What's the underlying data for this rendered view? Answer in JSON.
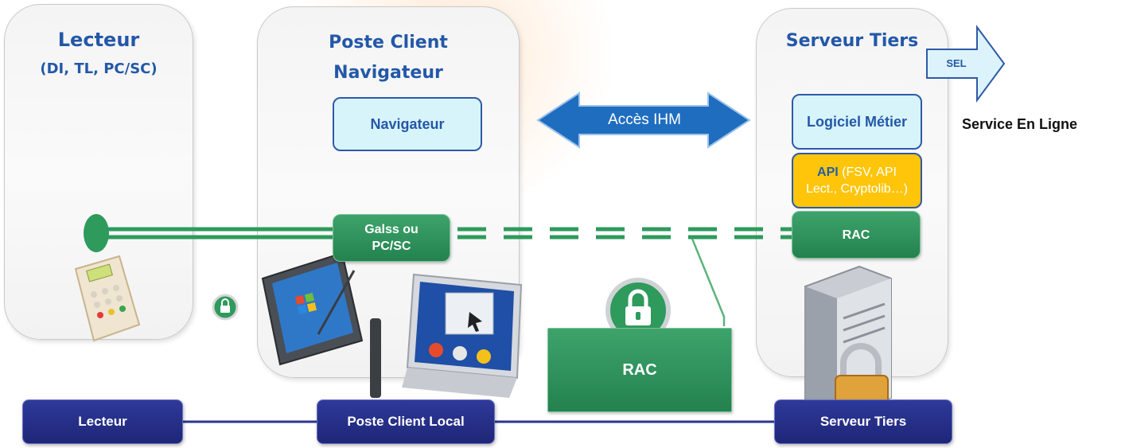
{
  "panels": {
    "lecteur": {
      "title": "Lecteur",
      "subtitle": "(DI, TL, PC/SC)"
    },
    "poste_client": {
      "title_line1": "Poste Client",
      "title_line2": "Navigateur"
    },
    "serveur_tiers": {
      "title": "Serveur Tiers"
    }
  },
  "boxes": {
    "navigateur": "Navigateur",
    "galss_line1": "Galss ou",
    "galss_line2": "PC/SC",
    "logiciel_metier": "Logiciel Métier",
    "api_bold": "API",
    "api_rest1": " (FSV, API",
    "api_line2": "Lect., Cryptolib…)",
    "rac_server": "RAC",
    "rac_center": "RAC"
  },
  "arrows": {
    "acces_ihm": "Accès IHM",
    "sel": "SEL"
  },
  "labels": {
    "service_en_ligne": "Service En Ligne"
  },
  "bottom_bar": {
    "lecteur": "Lecteur",
    "poste_client_local": "Poste Client Local",
    "serveur_tiers": "Serveur Tiers"
  },
  "colors": {
    "title_blue": "#2358a8",
    "green": "#2e9a5c",
    "navy": "#232c86",
    "yellow": "#ffc50a",
    "light_cyan": "#d8f4fb",
    "arrow_blue": "#1f6dbf"
  },
  "icons": [
    "card-reader-icon",
    "lock-icon",
    "tablet-pc-icon",
    "desktop-computer-icon",
    "server-tower-icon",
    "padlock-icon"
  ]
}
